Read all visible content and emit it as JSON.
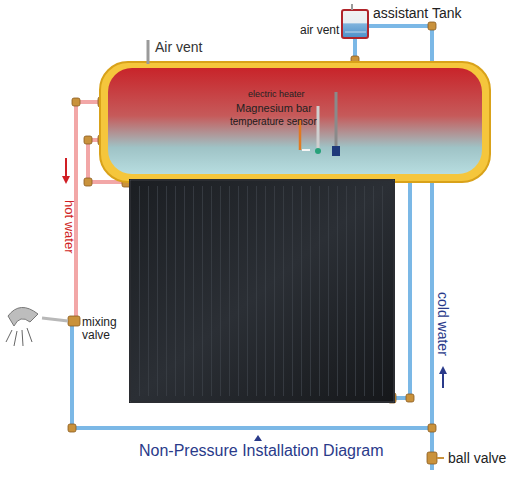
{
  "diagram": {
    "caption": "Non-Pressure Installation Diagram",
    "labels": [
      "air vent",
      "assistant Tank",
      "Air vent",
      "electric heater",
      "Magnesium bar",
      "temperature sensor",
      "hot water",
      "mixing valve",
      "cold water",
      "ball valve"
    ]
  }
}
